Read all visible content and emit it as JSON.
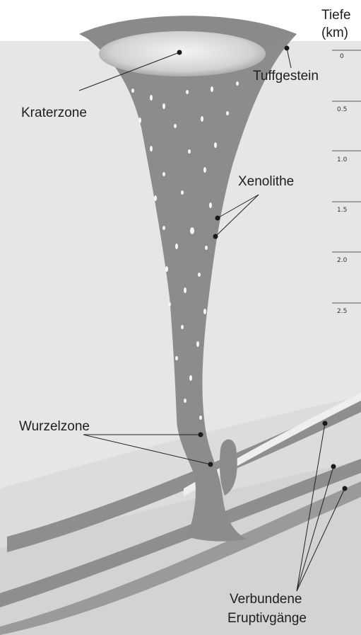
{
  "diagram": {
    "depth_axis": {
      "title_line1": "Tiefe",
      "title_line2": "(km)",
      "ticks": [
        "0",
        "0.5",
        "1.0",
        "1.5",
        "2.0",
        "2.5"
      ]
    },
    "labels": {
      "kraterzone": "Kraterzone",
      "tuffgestein": "Tuffgestein",
      "xenolithe": "Xenolithe",
      "wurzelzone": "Wurzelzone",
      "verbundene_line1": "Verbundene",
      "verbundene_line2": "Eruptivgänge"
    }
  }
}
